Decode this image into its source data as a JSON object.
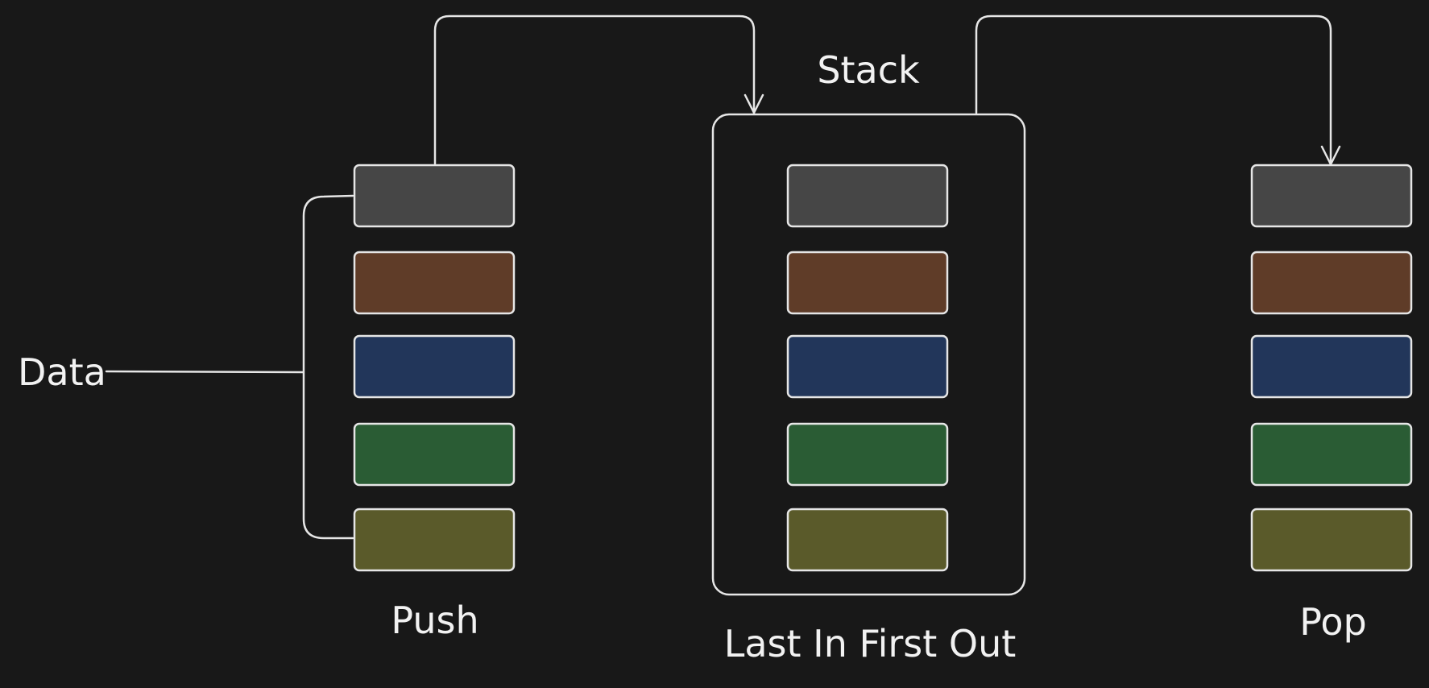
{
  "labels": {
    "data": "Data",
    "push": "Push",
    "stack": "Stack",
    "lifo": "Last In First Out",
    "pop": "Pop"
  },
  "colors": {
    "background": "#181818",
    "stroke": "#e6e6e6",
    "block_gray": "#464646",
    "block_brown": "#5f3c28",
    "block_blue": "#22365a",
    "block_green": "#2a5c34",
    "block_olive": "#5a5a2a"
  },
  "groups": [
    {
      "id": "push",
      "label_key": "push",
      "items": [
        "block_gray",
        "block_brown",
        "block_blue",
        "block_green",
        "block_olive"
      ]
    },
    {
      "id": "stack",
      "label_key": "lifo",
      "items": [
        "block_gray",
        "block_brown",
        "block_blue",
        "block_green",
        "block_olive"
      ]
    },
    {
      "id": "pop",
      "label_key": "pop",
      "items": [
        "block_gray",
        "block_brown",
        "block_blue",
        "block_green",
        "block_olive"
      ]
    }
  ]
}
